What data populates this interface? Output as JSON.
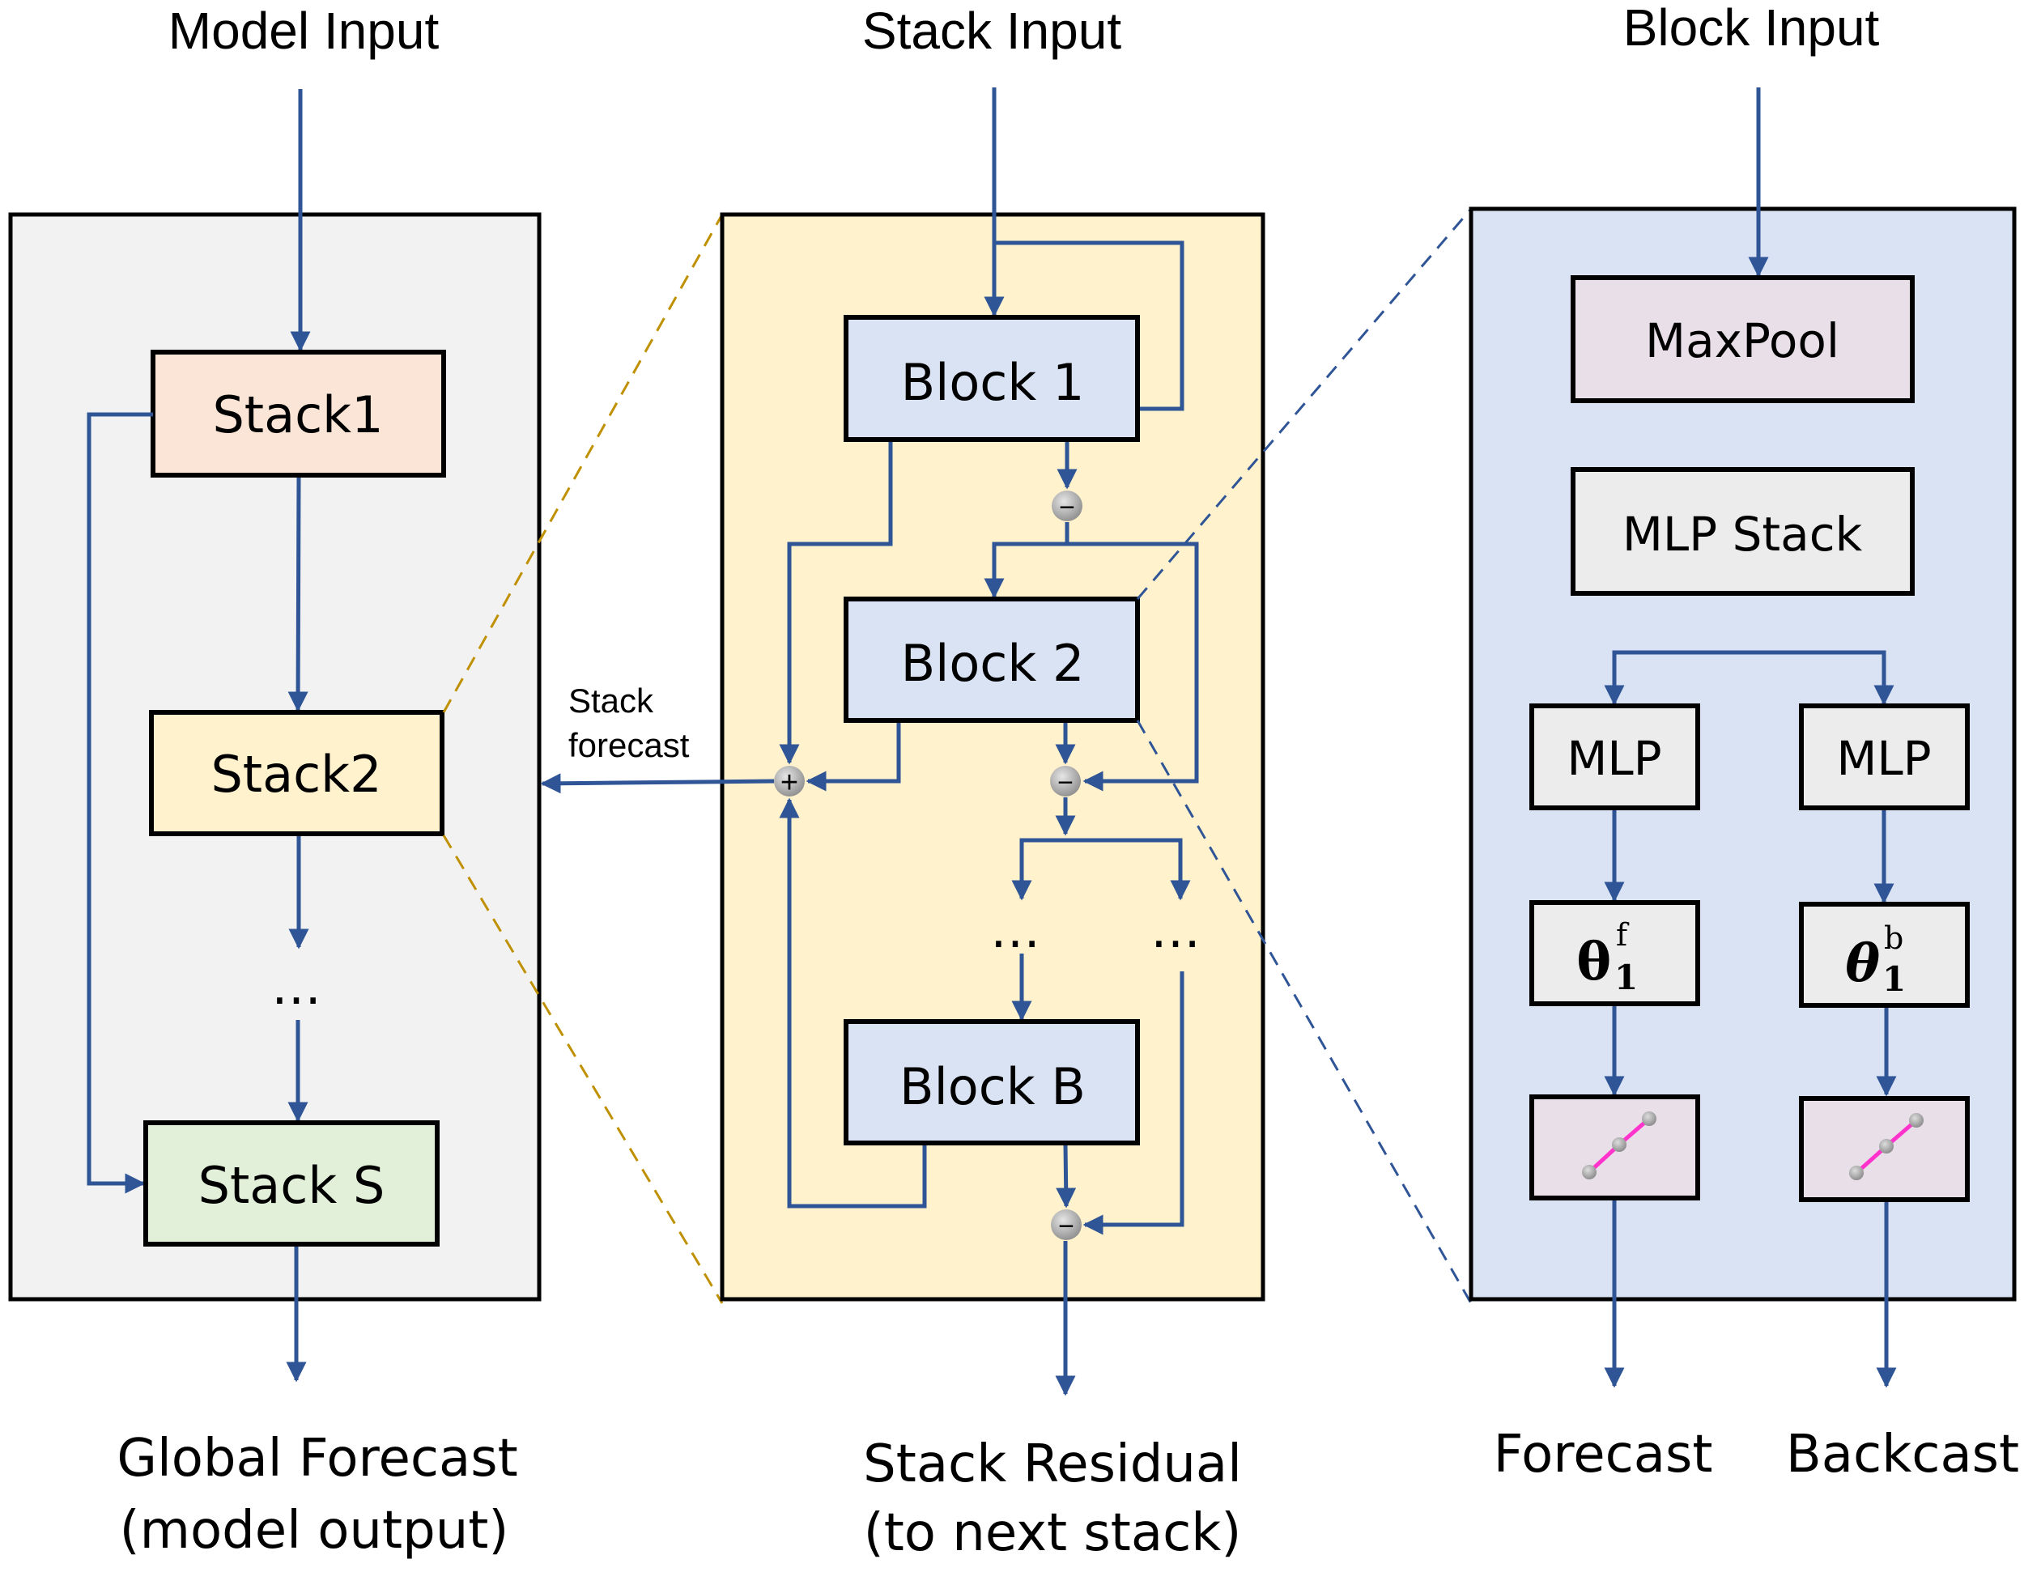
{
  "colors": {
    "arrow": "#2f5597",
    "model_panel_fill": "#f2f2f2",
    "stack_panel_fill": "#fff2cc",
    "block_panel_fill": "#dae3f3",
    "stack1_fill": "#fbe5d6",
    "stack2_fill": "#fff2cc",
    "stackS_fill": "#e2f0d9",
    "block_fill": "#dae3f3",
    "maxpool_fill": "#e8dfe8",
    "mlp_fill": "#ececec",
    "zoom_line_gold": "#bf9000",
    "zoom_line_blue": "#2f5597",
    "linear_line": "#ff33cc"
  },
  "left_panel": {
    "title": "Model Input",
    "stacks": [
      "Stack1",
      "Stack2",
      "Stack S"
    ],
    "ellipsis": "…",
    "output_line1": "Global Forecast",
    "output_line2": "(model output)"
  },
  "middle_panel": {
    "title": "Stack Input",
    "blocks": [
      "Block 1",
      "Block 2",
      "Block B"
    ],
    "ellipsis": "…",
    "side_label_line1": "Stack",
    "side_label_line2": "forecast",
    "op_minus": "−",
    "op_plus": "+",
    "output_line1": "Stack Residual",
    "output_line2": "(to next stack)"
  },
  "right_panel": {
    "title": "Block Input",
    "maxpool": "MaxPool",
    "mlp_stack": "MLP Stack",
    "mlp_left": "MLP",
    "mlp_right": "MLP",
    "theta_symbol": "θ",
    "theta_left_sup": "f",
    "theta_left_sub": "1",
    "theta_right_sup": "b",
    "theta_right_sub": "1",
    "output_left": "Forecast",
    "output_right": "Backcast"
  }
}
